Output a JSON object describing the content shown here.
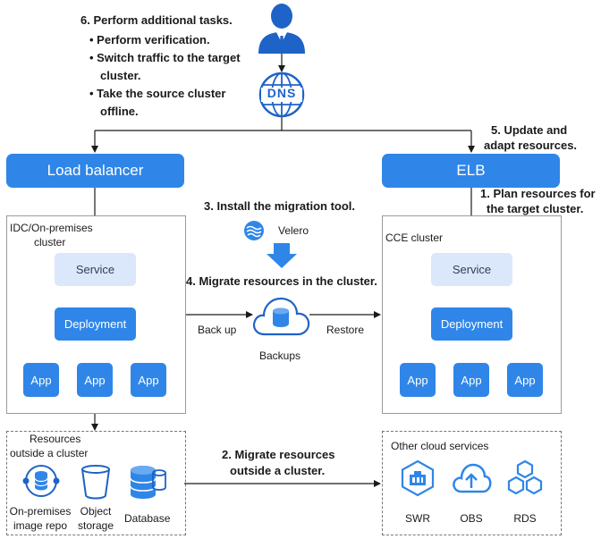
{
  "steps": {
    "step6_title": "6. Perform additional tasks.",
    "step6_items": [
      "Perform verification.",
      "Switch traffic to the target",
      "cluster.",
      "Take the source cluster",
      "offline."
    ],
    "step5_line1": "5. Update and",
    "step5_line2": "adapt resources.",
    "step1_line1": "1. Plan resources for",
    "step1_line2": "the target cluster.",
    "step3": "3. Install the migration tool.",
    "step4": "4. Migrate resources in the cluster.",
    "step2_line1": "2. Migrate resources",
    "step2_line2": "outside a cluster."
  },
  "dns_label": "DNS",
  "load_balancer": "Load balancer",
  "elb": "ELB",
  "velero": "Velero",
  "source_cluster": {
    "title_line1": "IDC/On-premises",
    "title_line2": "cluster",
    "service": "Service",
    "deployment": "Deployment",
    "apps": [
      "App",
      "App",
      "App"
    ]
  },
  "target_cluster": {
    "title": "CCE cluster",
    "service": "Service",
    "deployment": "Deployment",
    "apps": [
      "App",
      "App",
      "App"
    ]
  },
  "backup_label": "Back up",
  "restore_label": "Restore",
  "backups_label": "Backups",
  "outside_resources": {
    "title_line1": "Resources",
    "title_line2": "outside a cluster",
    "items": [
      {
        "line1": "On-premises",
        "line2": "image repo",
        "icon": "image-repo-icon"
      },
      {
        "line1": "Object",
        "line2": "storage",
        "icon": "object-storage-icon"
      },
      {
        "line1": "Database",
        "line2": "",
        "icon": "database-icon"
      }
    ]
  },
  "cloud_services": {
    "title": "Other cloud services",
    "items": [
      {
        "label": "SWR",
        "icon": "swr-icon"
      },
      {
        "label": "OBS",
        "icon": "obs-icon"
      },
      {
        "label": "RDS",
        "icon": "rds-icon"
      }
    ]
  },
  "colors": {
    "primary": "#2f86e8",
    "light": "#dbe8fb",
    "line": "#1a1a1a",
    "icon_dark": "#1e63c7"
  }
}
